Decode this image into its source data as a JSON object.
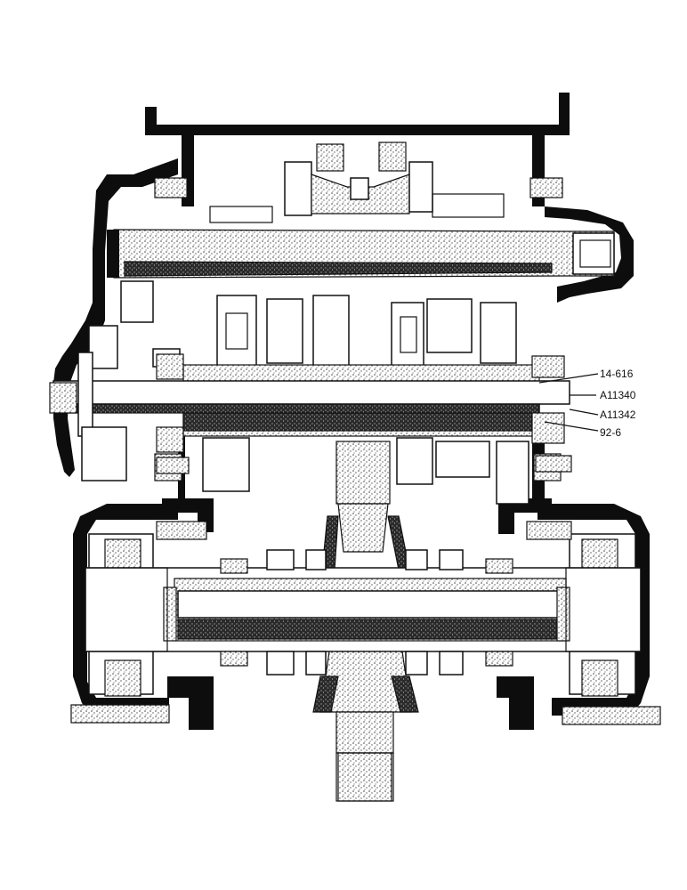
{
  "part_labels": [
    "14-616",
    "A11340",
    "A11342",
    "92-6"
  ],
  "colors": {
    "background": "#ffffff",
    "ink": "#0d0d0d",
    "stipple": "#8a8a8a"
  }
}
